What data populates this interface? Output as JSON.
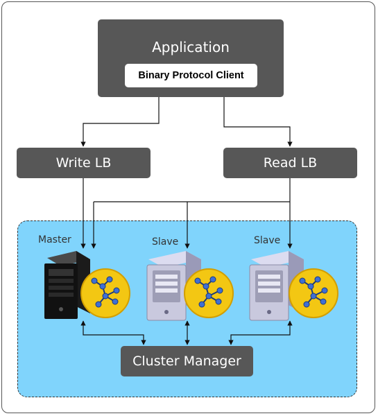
{
  "application": {
    "label": "Application",
    "client_label": "Binary Protocol Client"
  },
  "load_balancers": {
    "write_label": "Write LB",
    "read_label": "Read LB"
  },
  "nodes": [
    {
      "label": "Master",
      "style": "dark-server"
    },
    {
      "label": "Slave",
      "style": "light-server"
    },
    {
      "label": "Slave",
      "style": "light-server"
    }
  ],
  "cluster_manager": {
    "label": "Cluster Manager"
  },
  "icons": {
    "server": "server-tower-icon",
    "graph": "graph-database-icon"
  },
  "colors": {
    "box_fill": "#575757",
    "cluster_fill": "#80d4fc",
    "graph_badge": "#f3c713"
  }
}
